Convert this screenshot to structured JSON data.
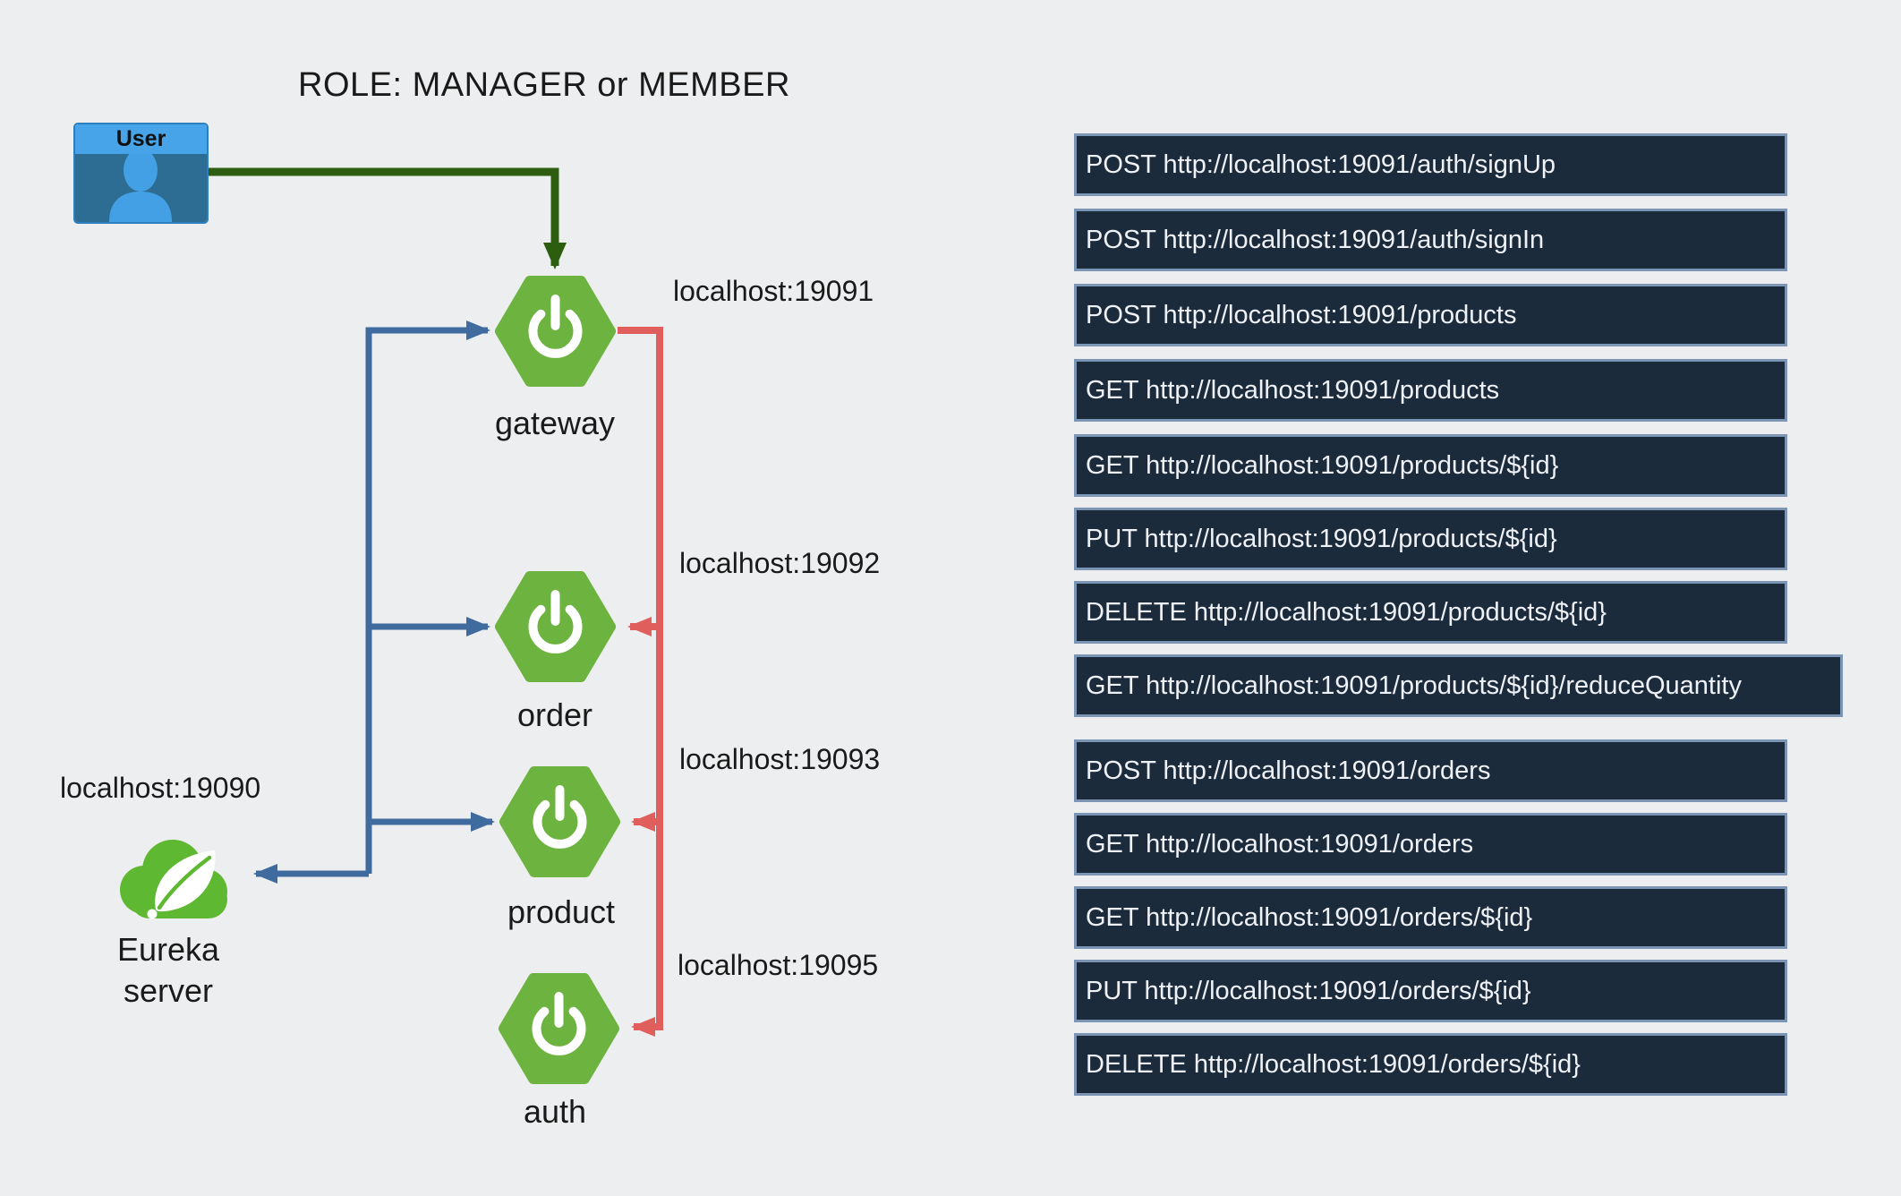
{
  "title": "ROLE: MANAGER or MEMBER",
  "user": {
    "label": "User"
  },
  "nodes": {
    "gateway": {
      "label": "gateway",
      "port": "localhost:19091",
      "icon": "spring-boot-icon"
    },
    "order": {
      "label": "order",
      "port": "localhost:19092",
      "icon": "spring-boot-icon"
    },
    "product": {
      "label": "product",
      "port": "localhost:19093",
      "icon": "spring-boot-icon"
    },
    "auth": {
      "label": "auth",
      "port": "localhost:19095",
      "icon": "spring-boot-icon"
    },
    "eureka": {
      "label": [
        "Eureka",
        "server"
      ],
      "port": "localhost:19090",
      "icon": "spring-cloud-eureka-icon"
    }
  },
  "endpoints": [
    "POST http://localhost:19091/auth/signUp",
    "POST http://localhost:19091/auth/signIn",
    "POST http://localhost:19091/products",
    "GET http://localhost:19091/products",
    "GET http://localhost:19091/products/${id}",
    "PUT http://localhost:19091/products/${id}",
    "DELETE http://localhost:19091/products/${id}",
    "GET http://localhost:19091/products/${id}/reduceQuantity",
    "POST http://localhost:19091/orders",
    "GET http://localhost:19091/orders",
    "GET http://localhost:19091/orders/${id}",
    "PUT http://localhost:19091/orders/${id}",
    "DELETE http://localhost:19091/orders/${id}"
  ],
  "colors": {
    "background": "#edeeef",
    "spring_green": "#6db33f",
    "cloud_green": "#5fb832",
    "arrow_blue": "#3f6b9e",
    "arrow_red": "#e05f5d",
    "arrow_green": "#2d5d0f",
    "endpoint_bg": "#1c2b3c",
    "endpoint_border": "#7d95b5",
    "endpoint_text": "#eef1f5",
    "user_header_blue": "#47a4e8",
    "user_body_blue": "#2e6d93"
  }
}
